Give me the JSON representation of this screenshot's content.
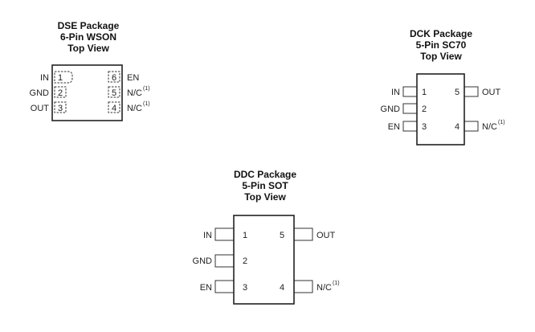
{
  "packages": [
    {
      "id": "dse",
      "title": [
        "DSE Package",
        "6-Pin WSON",
        "Top View"
      ],
      "pins": [
        {
          "num": "1",
          "name": "IN",
          "side": "left"
        },
        {
          "num": "2",
          "name": "GND",
          "side": "left"
        },
        {
          "num": "3",
          "name": "OUT",
          "side": "left"
        },
        {
          "num": "6",
          "name": "EN",
          "side": "right"
        },
        {
          "num": "5",
          "name": "N/C",
          "note": "(1)",
          "side": "right"
        },
        {
          "num": "4",
          "name": "N/C",
          "note": "(1)",
          "side": "right"
        }
      ]
    },
    {
      "id": "dck",
      "title": [
        "DCK Package",
        "5-Pin SC70",
        "Top View"
      ],
      "pins": [
        {
          "num": "1",
          "name": "IN",
          "side": "left"
        },
        {
          "num": "2",
          "name": "GND",
          "side": "left"
        },
        {
          "num": "3",
          "name": "EN",
          "side": "left"
        },
        {
          "num": "5",
          "name": "OUT",
          "side": "right"
        },
        {
          "num": "4",
          "name": "N/C",
          "note": "(1)",
          "side": "right"
        }
      ]
    },
    {
      "id": "ddc",
      "title": [
        "DDC Package",
        "5-Pin SOT",
        "Top View"
      ],
      "pins": [
        {
          "num": "1",
          "name": "IN",
          "side": "left"
        },
        {
          "num": "2",
          "name": "GND",
          "side": "left"
        },
        {
          "num": "3",
          "name": "EN",
          "side": "left"
        },
        {
          "num": "5",
          "name": "OUT",
          "side": "right"
        },
        {
          "num": "4",
          "name": "N/C",
          "note": "(1)",
          "side": "right"
        }
      ]
    }
  ]
}
